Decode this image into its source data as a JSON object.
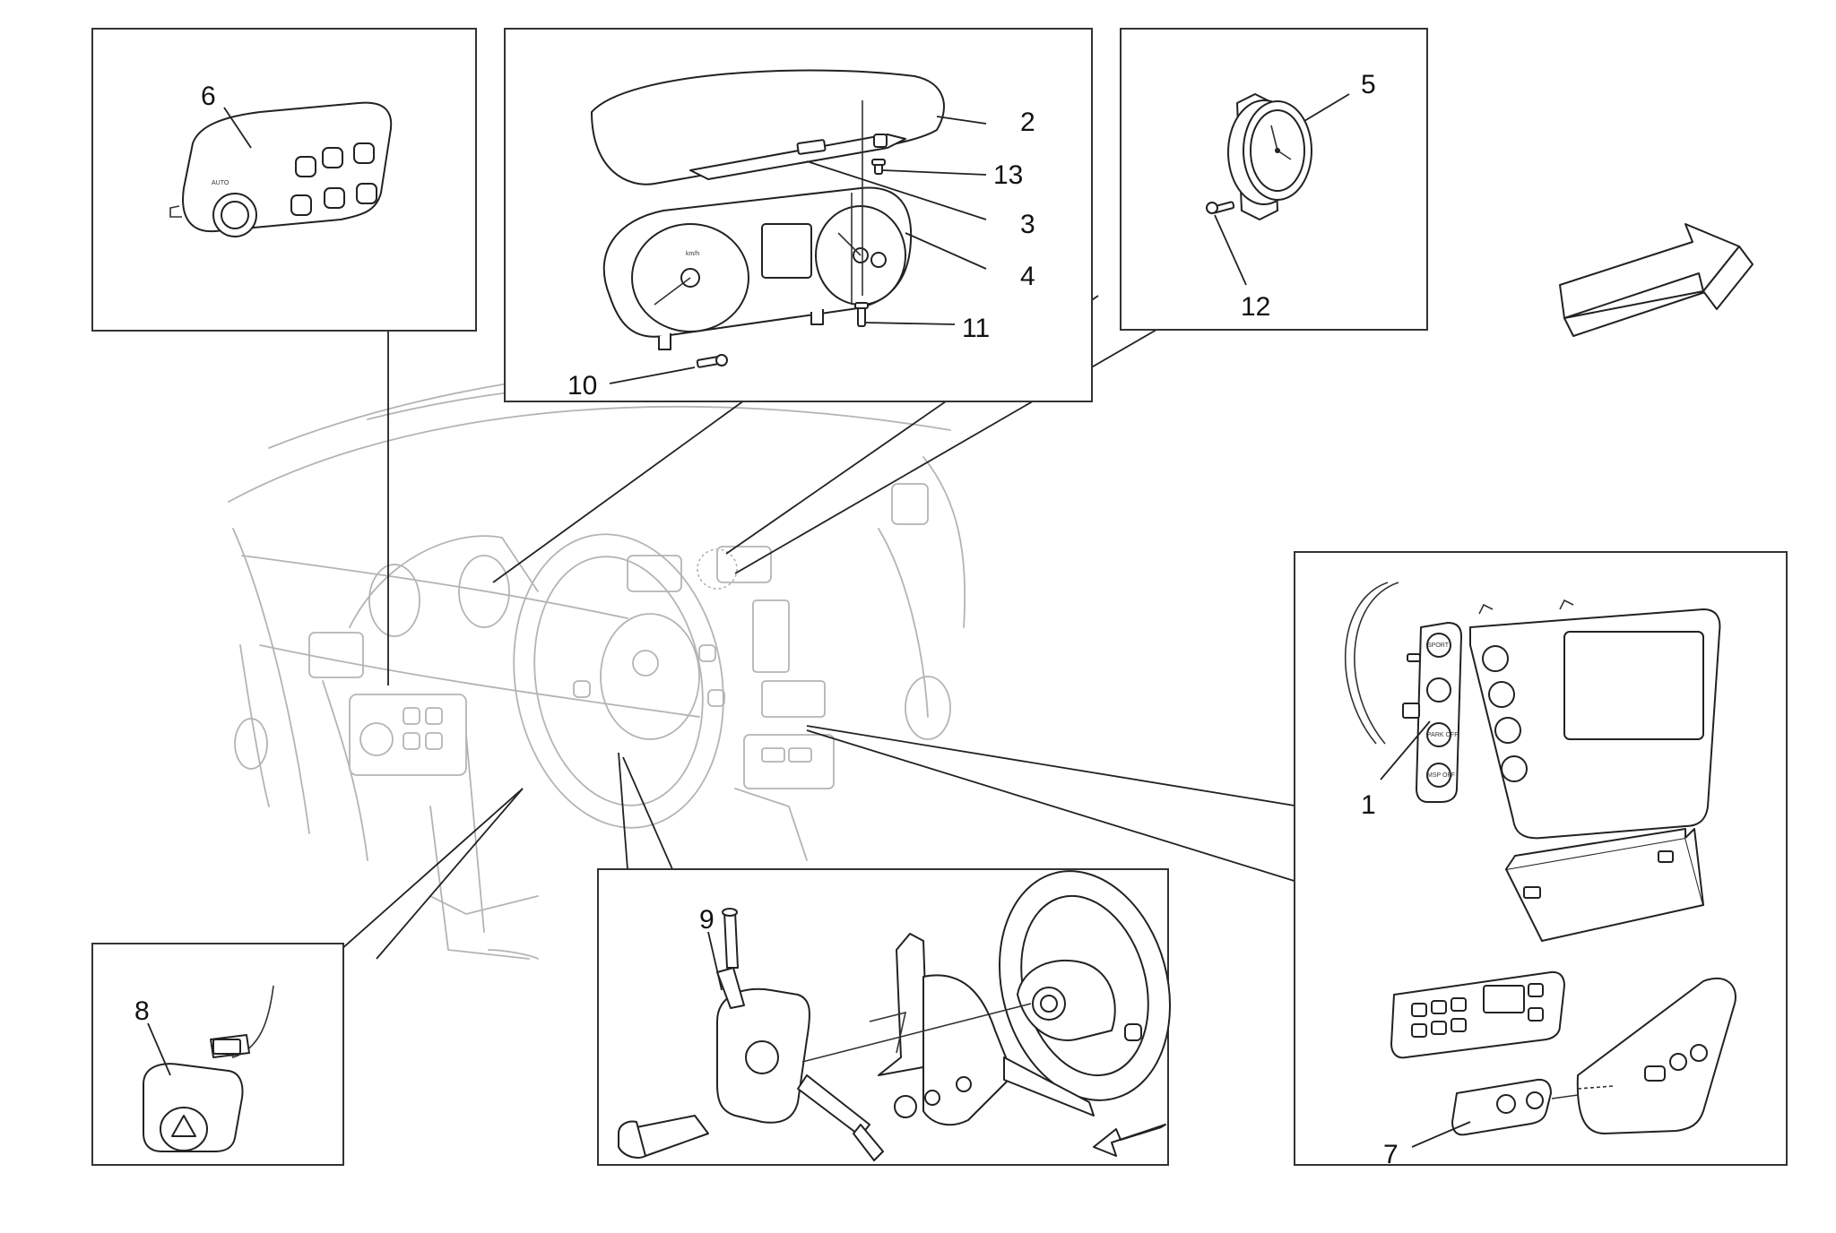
{
  "callouts": {
    "c1": "1",
    "c2": "2",
    "c3": "3",
    "c4": "4",
    "c5": "5",
    "c6": "6",
    "c7": "7",
    "c8": "8",
    "c9": "9",
    "c10": "10",
    "c11": "11",
    "c12": "12",
    "c13": "13"
  },
  "labels": {
    "auto": "AUTO",
    "sport": "SPORT",
    "park": "PARK OFF",
    "msp": "MSP OFF",
    "kmh": "km/h"
  },
  "colors": {
    "line": "#222222",
    "ghost": "#b4b4b4",
    "background": "#ffffff"
  }
}
